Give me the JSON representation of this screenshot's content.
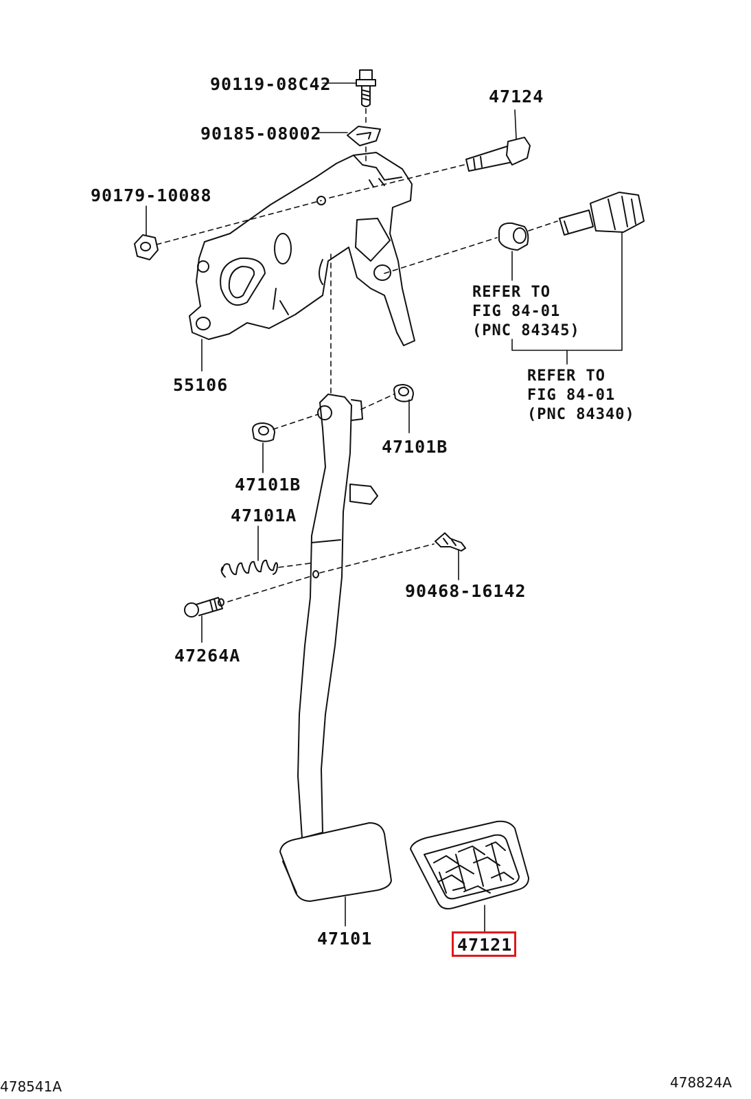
{
  "callouts": [
    {
      "id": "c1",
      "text": "90119-08C42"
    },
    {
      "id": "c2",
      "text": "90185-08002"
    },
    {
      "id": "c3",
      "text": "47124"
    },
    {
      "id": "c4",
      "text": "90179-10088"
    },
    {
      "id": "c5",
      "text": "55106"
    },
    {
      "id": "c6",
      "text": "47101B"
    },
    {
      "id": "c7",
      "text": "47101B"
    },
    {
      "id": "c8",
      "text": "47101A"
    },
    {
      "id": "c9",
      "text": "90468-16142"
    },
    {
      "id": "c10",
      "text": "47264A"
    },
    {
      "id": "c11",
      "text": "47101"
    },
    {
      "id": "c12",
      "text": "47121",
      "highlighted": true
    }
  ],
  "references": [
    {
      "id": "r1",
      "text": "REFER TO\nFIG 84-01\n(PNC 84345)"
    },
    {
      "id": "r2",
      "text": "REFER TO\nFIG 84-01\n(PNC 84340)"
    }
  ],
  "corner_codes": {
    "left": "478541A",
    "right": "478824A"
  },
  "colors": {
    "line": "#111111",
    "highlight": "#e0161b",
    "background": "#ffffff"
  }
}
